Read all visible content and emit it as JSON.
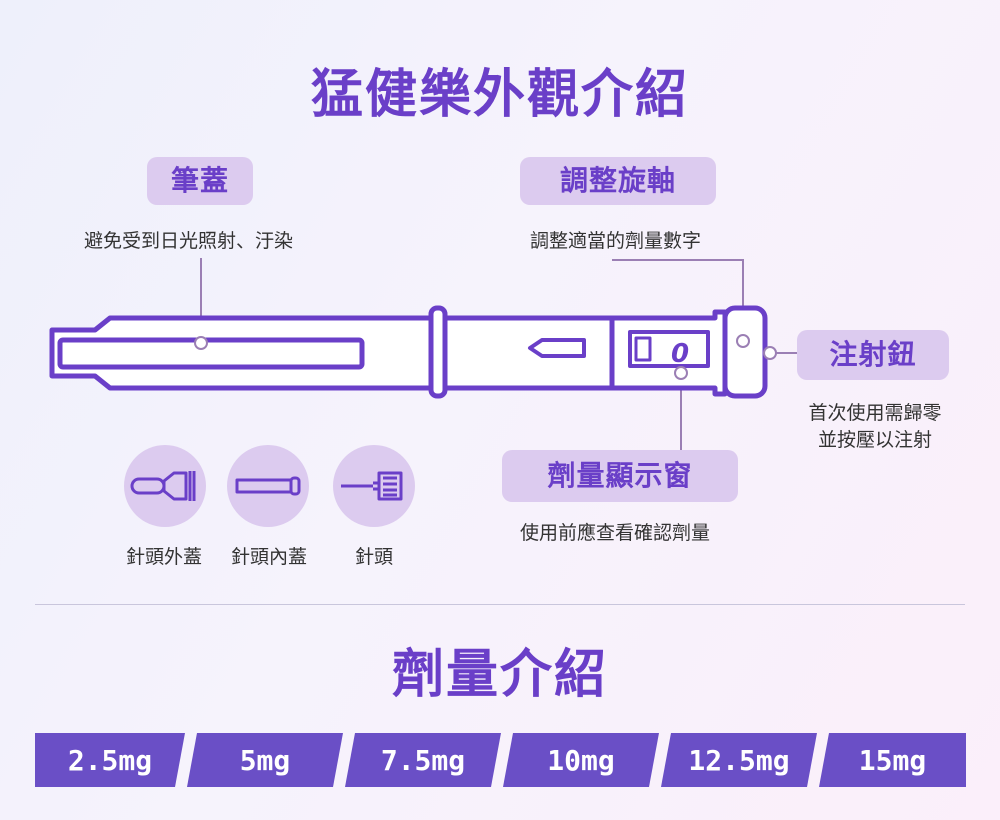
{
  "appearance": {
    "title": "猛健樂外觀介紹",
    "pen_cap": {
      "label": "筆蓋",
      "desc": "避免受到日光照射、汙染"
    },
    "dial": {
      "label": "調整旋軸",
      "desc": "調整適當的劑量數字"
    },
    "button": {
      "label": "注射鈕",
      "desc_line1": "首次使用需歸零",
      "desc_line2": "並按壓以注射"
    },
    "window": {
      "label": "劑量顯示窗",
      "desc": "使用前應查看確認劑量",
      "digit": "0"
    },
    "accessories": [
      {
        "label": "針頭外蓋",
        "icon": "needle-outer-cap-icon"
      },
      {
        "label": "針頭內蓋",
        "icon": "needle-inner-cap-icon"
      },
      {
        "label": "針頭",
        "icon": "needle-icon"
      }
    ]
  },
  "dosage": {
    "title": "劑量介紹",
    "doses": [
      "2.5mg",
      "5mg",
      "7.5mg",
      "10mg",
      "12.5mg",
      "15mg"
    ]
  },
  "colors": {
    "accent": "#6a3fc8",
    "pill_bg": "#dccbef",
    "dose_bg": "#6a4fc6",
    "line": "#9b7fb4"
  }
}
